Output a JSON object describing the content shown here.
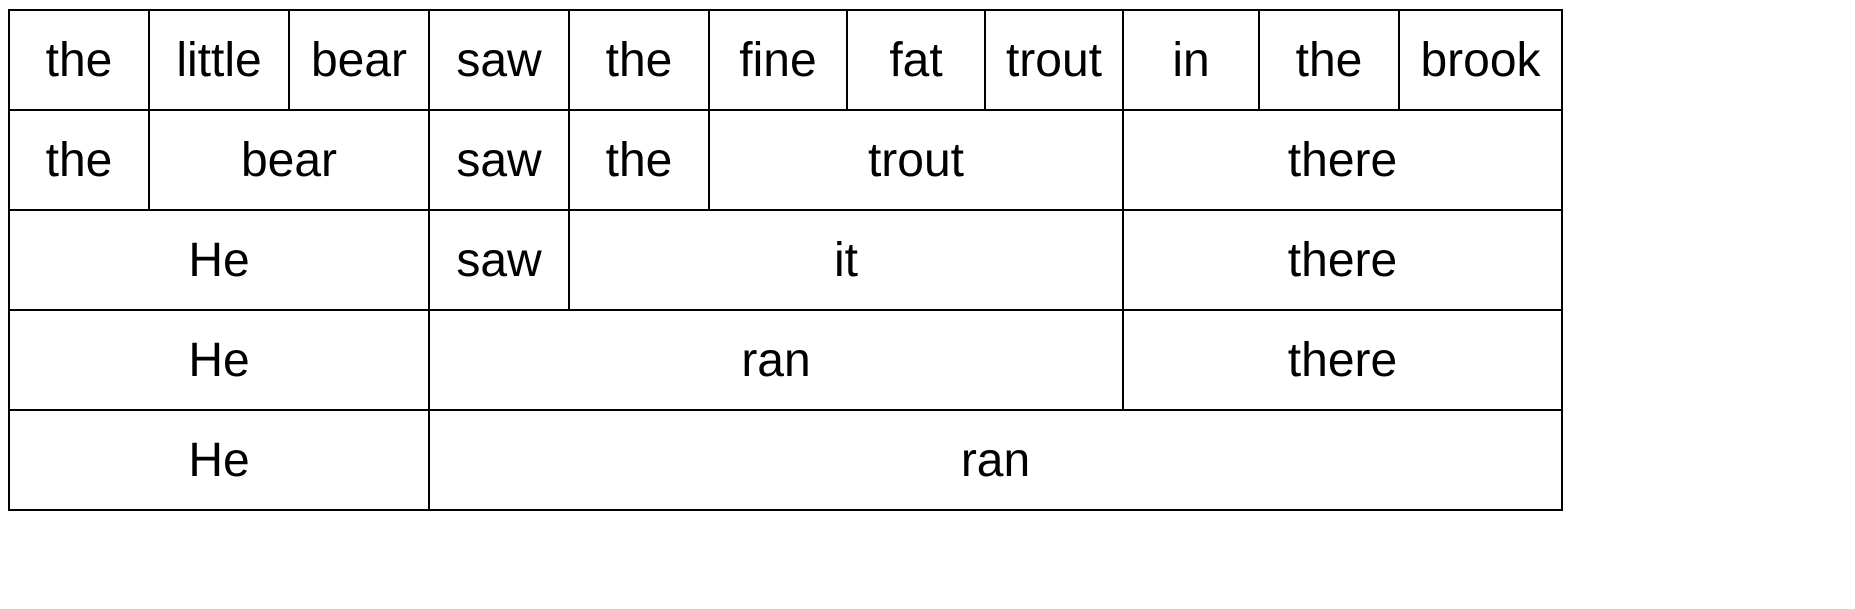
{
  "rows": [
    {
      "cells": [
        {
          "text": "the",
          "span": 1
        },
        {
          "text": "little",
          "span": 1
        },
        {
          "text": "bear",
          "span": 1
        },
        {
          "text": "saw",
          "span": 1
        },
        {
          "text": "the",
          "span": 1
        },
        {
          "text": "fine",
          "span": 1
        },
        {
          "text": "fat",
          "span": 1
        },
        {
          "text": "trout",
          "span": 1
        },
        {
          "text": "in",
          "span": 1
        },
        {
          "text": "the",
          "span": 1
        },
        {
          "text": "brook",
          "span": 1
        }
      ]
    },
    {
      "cells": [
        {
          "text": "the",
          "span": 1
        },
        {
          "text": "bear",
          "span": 2
        },
        {
          "text": "saw",
          "span": 1
        },
        {
          "text": "the",
          "span": 1
        },
        {
          "text": "trout",
          "span": 3
        },
        {
          "text": "there",
          "span": 3
        }
      ]
    },
    {
      "cells": [
        {
          "text": "He",
          "span": 3
        },
        {
          "text": "saw",
          "span": 1
        },
        {
          "text": "it",
          "span": 4
        },
        {
          "text": "there",
          "span": 3
        }
      ]
    },
    {
      "cells": [
        {
          "text": "He",
          "span": 3
        },
        {
          "text": "ran",
          "span": 5
        },
        {
          "text": "there",
          "span": 3
        }
      ]
    },
    {
      "cells": [
        {
          "text": "He",
          "span": 3
        },
        {
          "text": "ran",
          "span": 8
        }
      ]
    }
  ]
}
